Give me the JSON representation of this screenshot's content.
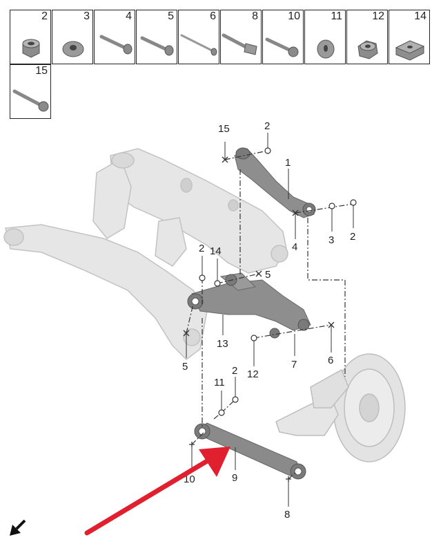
{
  "legend": {
    "items": [
      {
        "number": "2"
      },
      {
        "number": "3"
      },
      {
        "number": "4"
      },
      {
        "number": "5"
      },
      {
        "number": "6"
      },
      {
        "number": "8"
      },
      {
        "number": "10"
      },
      {
        "number": "11"
      },
      {
        "number": "12"
      },
      {
        "number": "14"
      },
      {
        "number": "15"
      }
    ]
  },
  "callouts": {
    "c1": "1",
    "c2a": "2",
    "c15": "15",
    "c3": "3",
    "c2b": "2",
    "c4": "4",
    "c2c": "2",
    "c14": "14",
    "c5a": "5",
    "c13": "13",
    "c5b": "5",
    "c12": "12",
    "c7": "7",
    "c6": "6",
    "c2d": "2",
    "c11": "11",
    "c10": "10",
    "c9": "9",
    "c8": "8"
  },
  "colors": {
    "line": "#222222",
    "part": "#e4e4e4",
    "arm": "#8a8a8a",
    "highlight": "#e0202e"
  },
  "icons": {
    "orientation": "front-arrow-icon",
    "highlight": "red-pointer-arrow"
  }
}
